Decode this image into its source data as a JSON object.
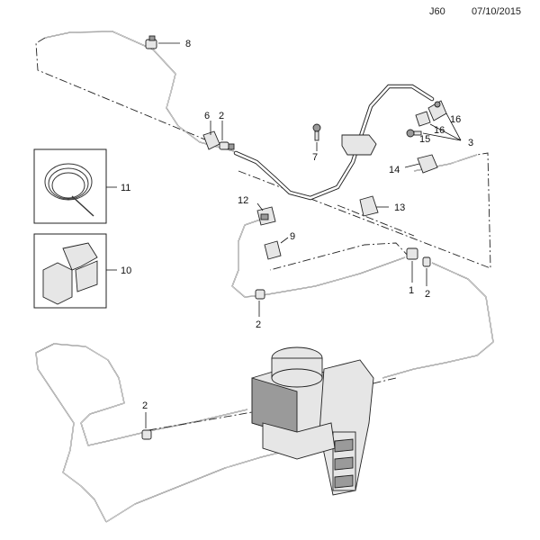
{
  "header": {
    "code": "J60",
    "date": "07/10/2015"
  },
  "callouts": [
    {
      "id": "c8",
      "text": "8"
    },
    {
      "id": "c6",
      "text": "6"
    },
    {
      "id": "c2a",
      "text": "2"
    },
    {
      "id": "c7",
      "text": "7"
    },
    {
      "id": "c16a",
      "text": "16"
    },
    {
      "id": "c16b",
      "text": "16"
    },
    {
      "id": "c15",
      "text": "15"
    },
    {
      "id": "c3",
      "text": "3"
    },
    {
      "id": "c14",
      "text": "14"
    },
    {
      "id": "c11",
      "text": "11"
    },
    {
      "id": "c12",
      "text": "12"
    },
    {
      "id": "c13",
      "text": "13"
    },
    {
      "id": "c9",
      "text": "9"
    },
    {
      "id": "c10",
      "text": "10"
    },
    {
      "id": "c1",
      "text": "1"
    },
    {
      "id": "c2b",
      "text": "2"
    },
    {
      "id": "c2c",
      "text": "2"
    },
    {
      "id": "c2d",
      "text": "2"
    }
  ]
}
